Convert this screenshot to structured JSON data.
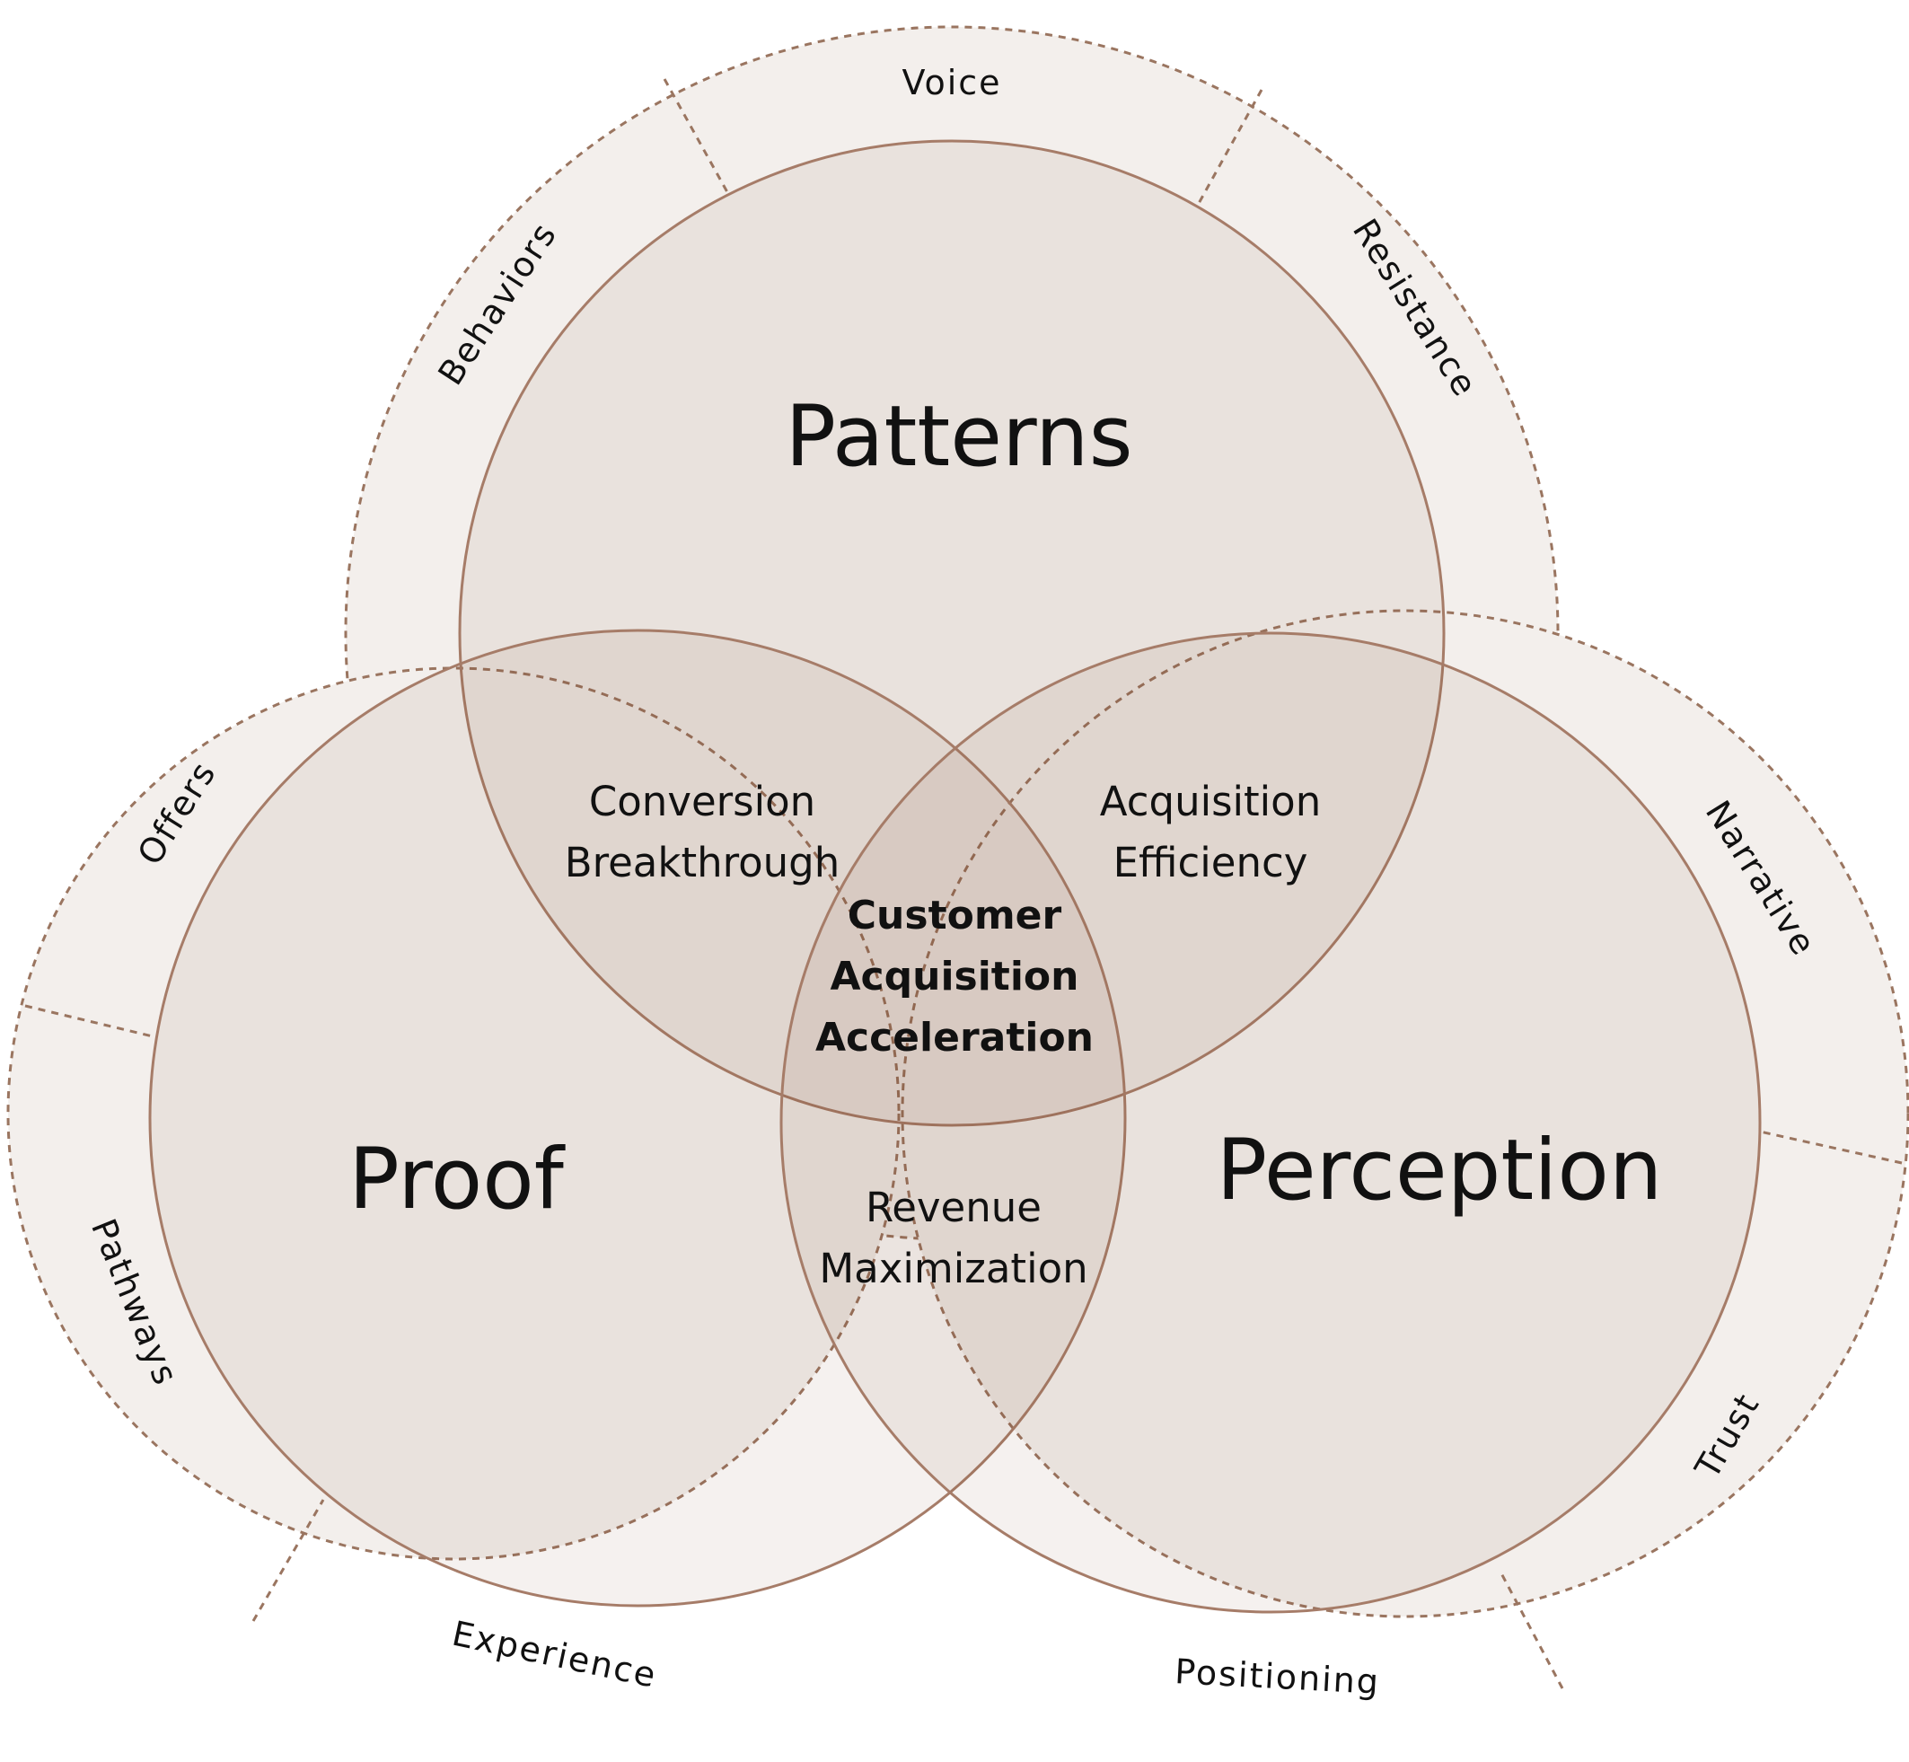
{
  "colors": {
    "ring_fill": "#f3efec",
    "ring_stroke": "#9a7560",
    "circle_fill": "#6b3d20",
    "circle_stroke": "#a67c68",
    "text": "#111111"
  },
  "circles": {
    "patterns": "Patterns",
    "proof": "Proof",
    "perception": "Perception"
  },
  "overlaps": {
    "patterns_proof": [
      "Conversion",
      "Breakthrough"
    ],
    "patterns_perception": [
      "Acquisition",
      "Efficiency"
    ],
    "proof_perception": [
      "Revenue",
      "Maximization"
    ],
    "all_three": [
      "Customer",
      "Acquisition",
      "Acceleration"
    ]
  },
  "outer_segments": {
    "voice": "Voice",
    "behaviors": "Behaviors",
    "resistance": "Resistance",
    "offers": "Offers",
    "pathways": "Pathways",
    "experience": "Experience",
    "narrative": "Narrative",
    "trust": "Trust",
    "positioning": "Positioning"
  }
}
